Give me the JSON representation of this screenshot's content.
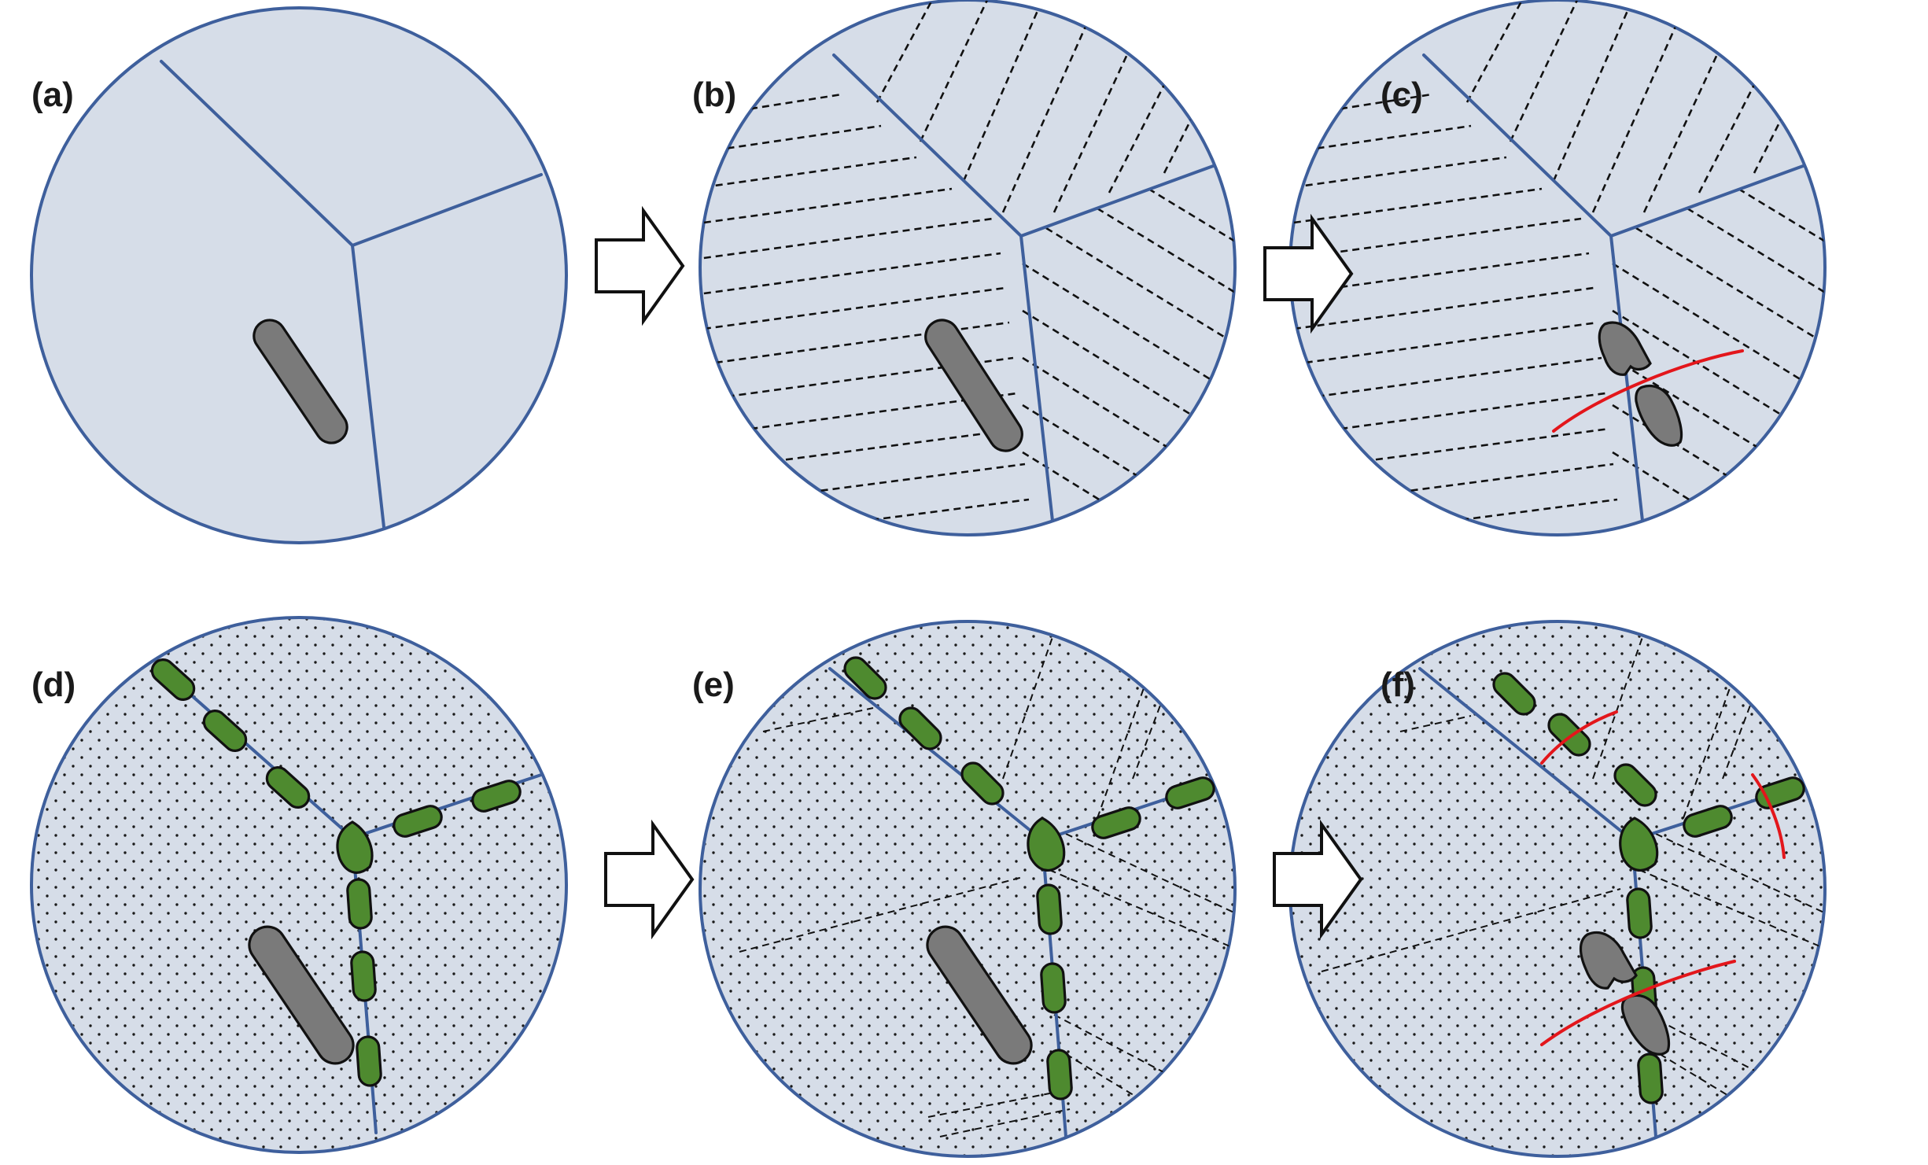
{
  "panels": [
    {
      "label": "(a)"
    },
    {
      "label": "(b)"
    },
    {
      "label": "(c)"
    },
    {
      "label": "(d)"
    },
    {
      "label": "(e)"
    },
    {
      "label": "(f)"
    }
  ],
  "colors": {
    "grain_fill": "#d6dde8",
    "grain_boundary": "#3e5f9c",
    "particle": "#7a7a7a",
    "precipitate": "#4e8a2f",
    "crack": "#e3161b",
    "dots": "#1a1a1a",
    "twin_lines": "#111111",
    "arrow_fill": "#ffffff"
  },
  "icons": {
    "flow_arrow": "hollow-right-arrow-icon"
  }
}
